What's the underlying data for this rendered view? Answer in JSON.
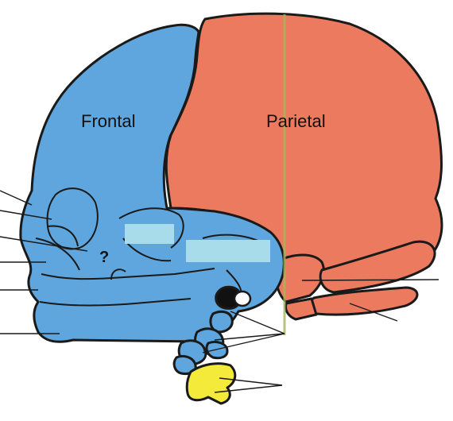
{
  "labels": {
    "frontal": "Frontal",
    "parietal": "Parietal",
    "question": "?"
  },
  "colors": {
    "frontal_blue": "#5ea6dd",
    "parietal_salmon": "#ec7a5e",
    "answer_box": "#a8dcea",
    "hyoid_yellow": "#f4ea3a",
    "dark_ossicle": "#111111",
    "outline": "#1a1a1a"
  },
  "blank_label_boxes": 2,
  "leader_line_groups": [
    "left-face",
    "right-temporal",
    "right-cervical",
    "bottom-hyoid"
  ]
}
